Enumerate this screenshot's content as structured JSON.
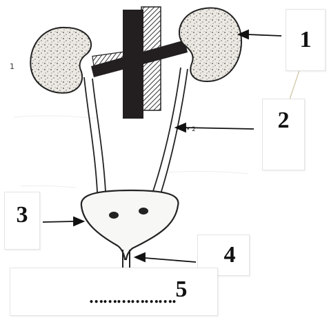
{
  "labels": {
    "l1": "1",
    "l2": "2",
    "l3": "3",
    "l4": "4",
    "l5_dots": "……………….",
    "l5_num": "5"
  },
  "marks": {
    "left_mark": "1",
    "mid_mark": "• 2"
  },
  "colors": {
    "ink": "#111111",
    "kidney_fill": "#ebe8e2",
    "vessel": "#231f20",
    "box_border": "#e4e4e4"
  }
}
